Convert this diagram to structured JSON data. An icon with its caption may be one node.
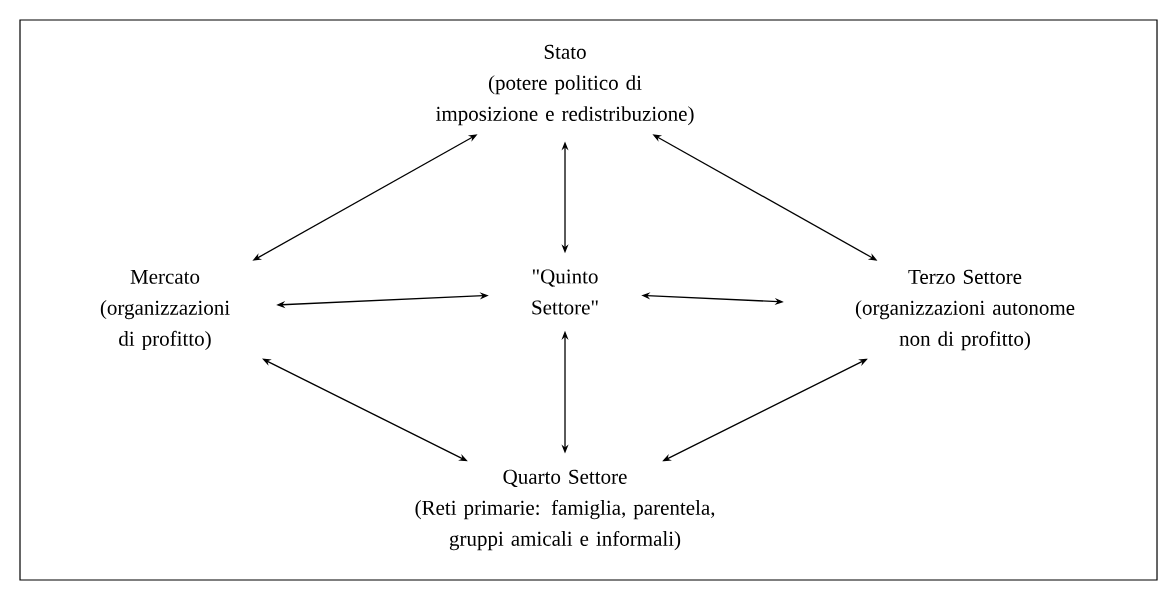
{
  "diagram": {
    "nodes": [
      {
        "text": [
          "Stato",
          "(potere politico di imposizione e redistribuzione)"
        ]
      },
      {
        "text": [
          "Mercato",
          "(organizzazioni di profitto)"
        ]
      },
      {
        "text": [
          "\"Quinto Settore\""
        ]
      },
      {
        "text": [
          "Terzo Settore",
          "(organizzazioni autonome non di profitto)"
        ]
      },
      {
        "text": [
          "Quarto Settore",
          "(Reti primarie: famiglia, parentela, gruppi amicali e informali)"
        ]
      }
    ],
    "edges": [
      {
        "from": 0,
        "to": 1,
        "arrow": "both"
      },
      {
        "from": 0,
        "to": 2,
        "arrow": "both"
      },
      {
        "from": 0,
        "to": 3,
        "arrow": "both"
      },
      {
        "from": 1,
        "to": 2,
        "arrow": "both"
      },
      {
        "from": 2,
        "to": 3,
        "arrow": "both"
      },
      {
        "from": 1,
        "to": 4,
        "arrow": "both"
      },
      {
        "from": 2,
        "to": 4,
        "arrow": "both"
      },
      {
        "from": 3,
        "to": 4,
        "arrow": "both"
      }
    ]
  }
}
